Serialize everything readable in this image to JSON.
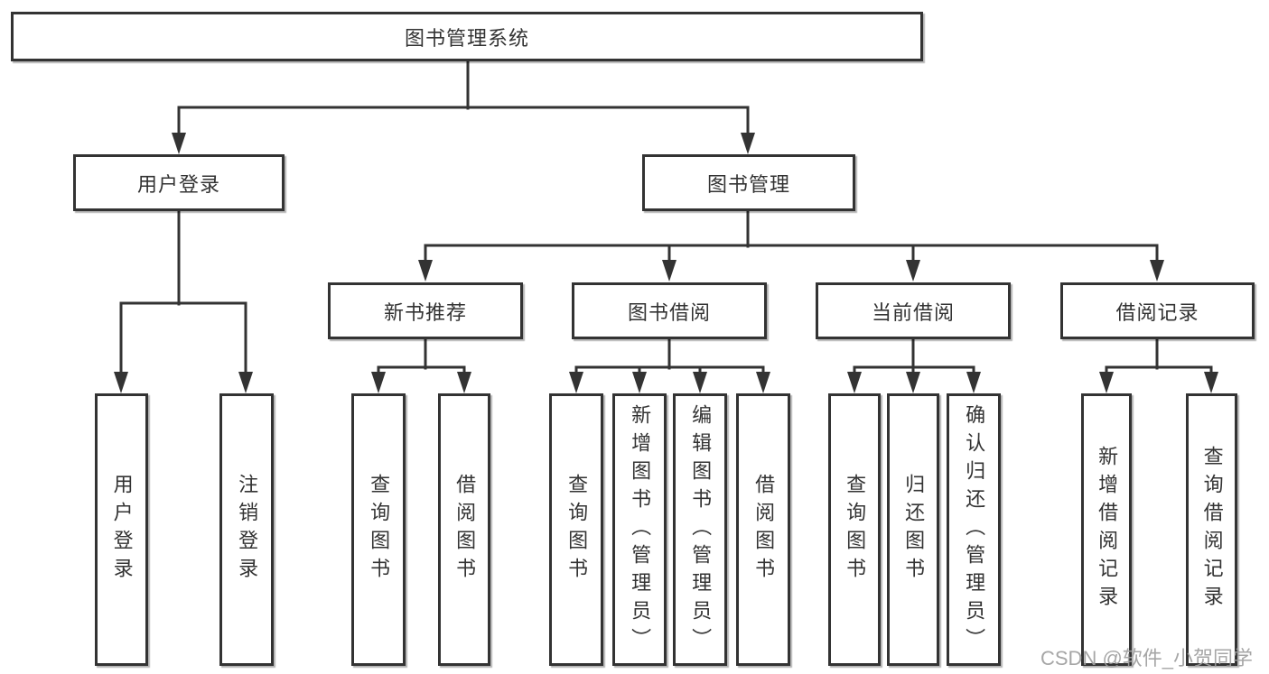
{
  "diagram": {
    "title": "图书管理系统",
    "root": {
      "label": "图书管理系统"
    },
    "branches": {
      "user_login": {
        "label": "用户登录",
        "children": [
          "用户登录",
          "注销登录"
        ]
      },
      "book_management": {
        "label": "图书管理",
        "children": [
          {
            "label": "新书推荐",
            "children": [
              "查询图书",
              "借阅图书"
            ]
          },
          {
            "label": "图书借阅",
            "children": [
              "查询图书",
              "新增图书（管理员）",
              "编辑图书（管理员）",
              "借阅图书"
            ]
          },
          {
            "label": "当前借阅",
            "children": [
              "查询图书",
              "归还图书",
              "确认归还（管理员）"
            ]
          },
          {
            "label": "借阅记录",
            "children": [
              "新增借阅记录",
              "查询借阅记录"
            ]
          }
        ]
      }
    }
  },
  "watermark": {
    "text": "CSDN @软件_小贺同学"
  },
  "colors": {
    "line": "#333333",
    "border": "#333333",
    "text": "#333333",
    "background": "#ffffff",
    "watermark": "#9e9e9e"
  }
}
